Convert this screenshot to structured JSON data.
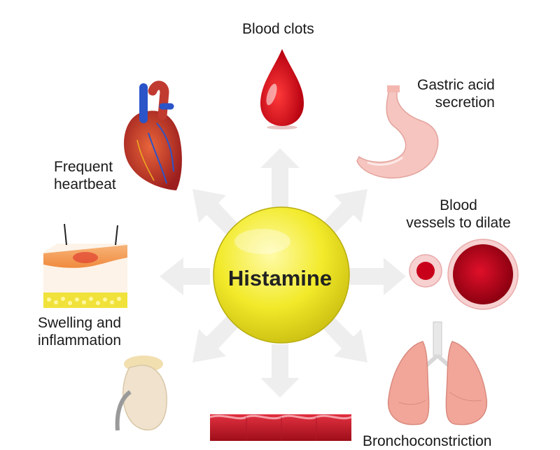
{
  "center": {
    "label": "Histamine"
  },
  "effects": {
    "blood_clots": {
      "line1": "Blood clots"
    },
    "gastric_acid": {
      "line1": "Gastric acid",
      "line2": "secretion"
    },
    "heartbeat": {
      "line1": "Frequent",
      "line2": "heartbeat"
    },
    "blood_vessels": {
      "line1": "Blood",
      "line2": "vessels to dilate"
    },
    "swelling": {
      "line1": "Swelling and",
      "line2": "inflammation"
    },
    "bronchoconstriction": {
      "line1": "Bronchoconstriction"
    }
  },
  "colors": {
    "center_fill": "#f2ea2a",
    "arrow": "#eeeeee",
    "blood_red": "#d4001a",
    "heart": "#c2352a",
    "stomach": "#f6c5c0",
    "lungs": "#f2a69a",
    "skin": "#f3a25a",
    "fat": "#f0e23a"
  },
  "icons": {
    "blood_drop": "blood-drop-icon",
    "heart": "heart-icon",
    "stomach": "stomach-icon",
    "vessels": "blood-vessel-cross-section-icon",
    "skin": "skin-layer-icon",
    "lungs": "lungs-icon",
    "kidney": "kidney-icon",
    "artery": "artery-icon"
  }
}
